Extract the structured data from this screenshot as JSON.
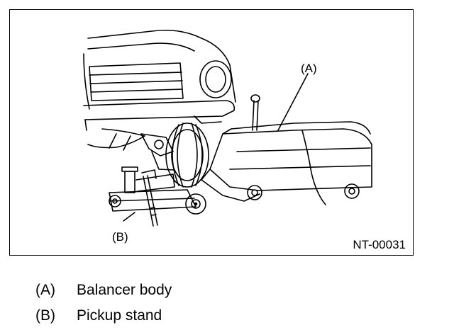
{
  "figure": {
    "label_a": "(A)",
    "label_b": "(B)",
    "figure_id": "NT-00031"
  },
  "legend": {
    "items": [
      {
        "key": "(A)",
        "text": "Balancer body"
      },
      {
        "key": "(B)",
        "text": "Pickup stand"
      }
    ]
  }
}
